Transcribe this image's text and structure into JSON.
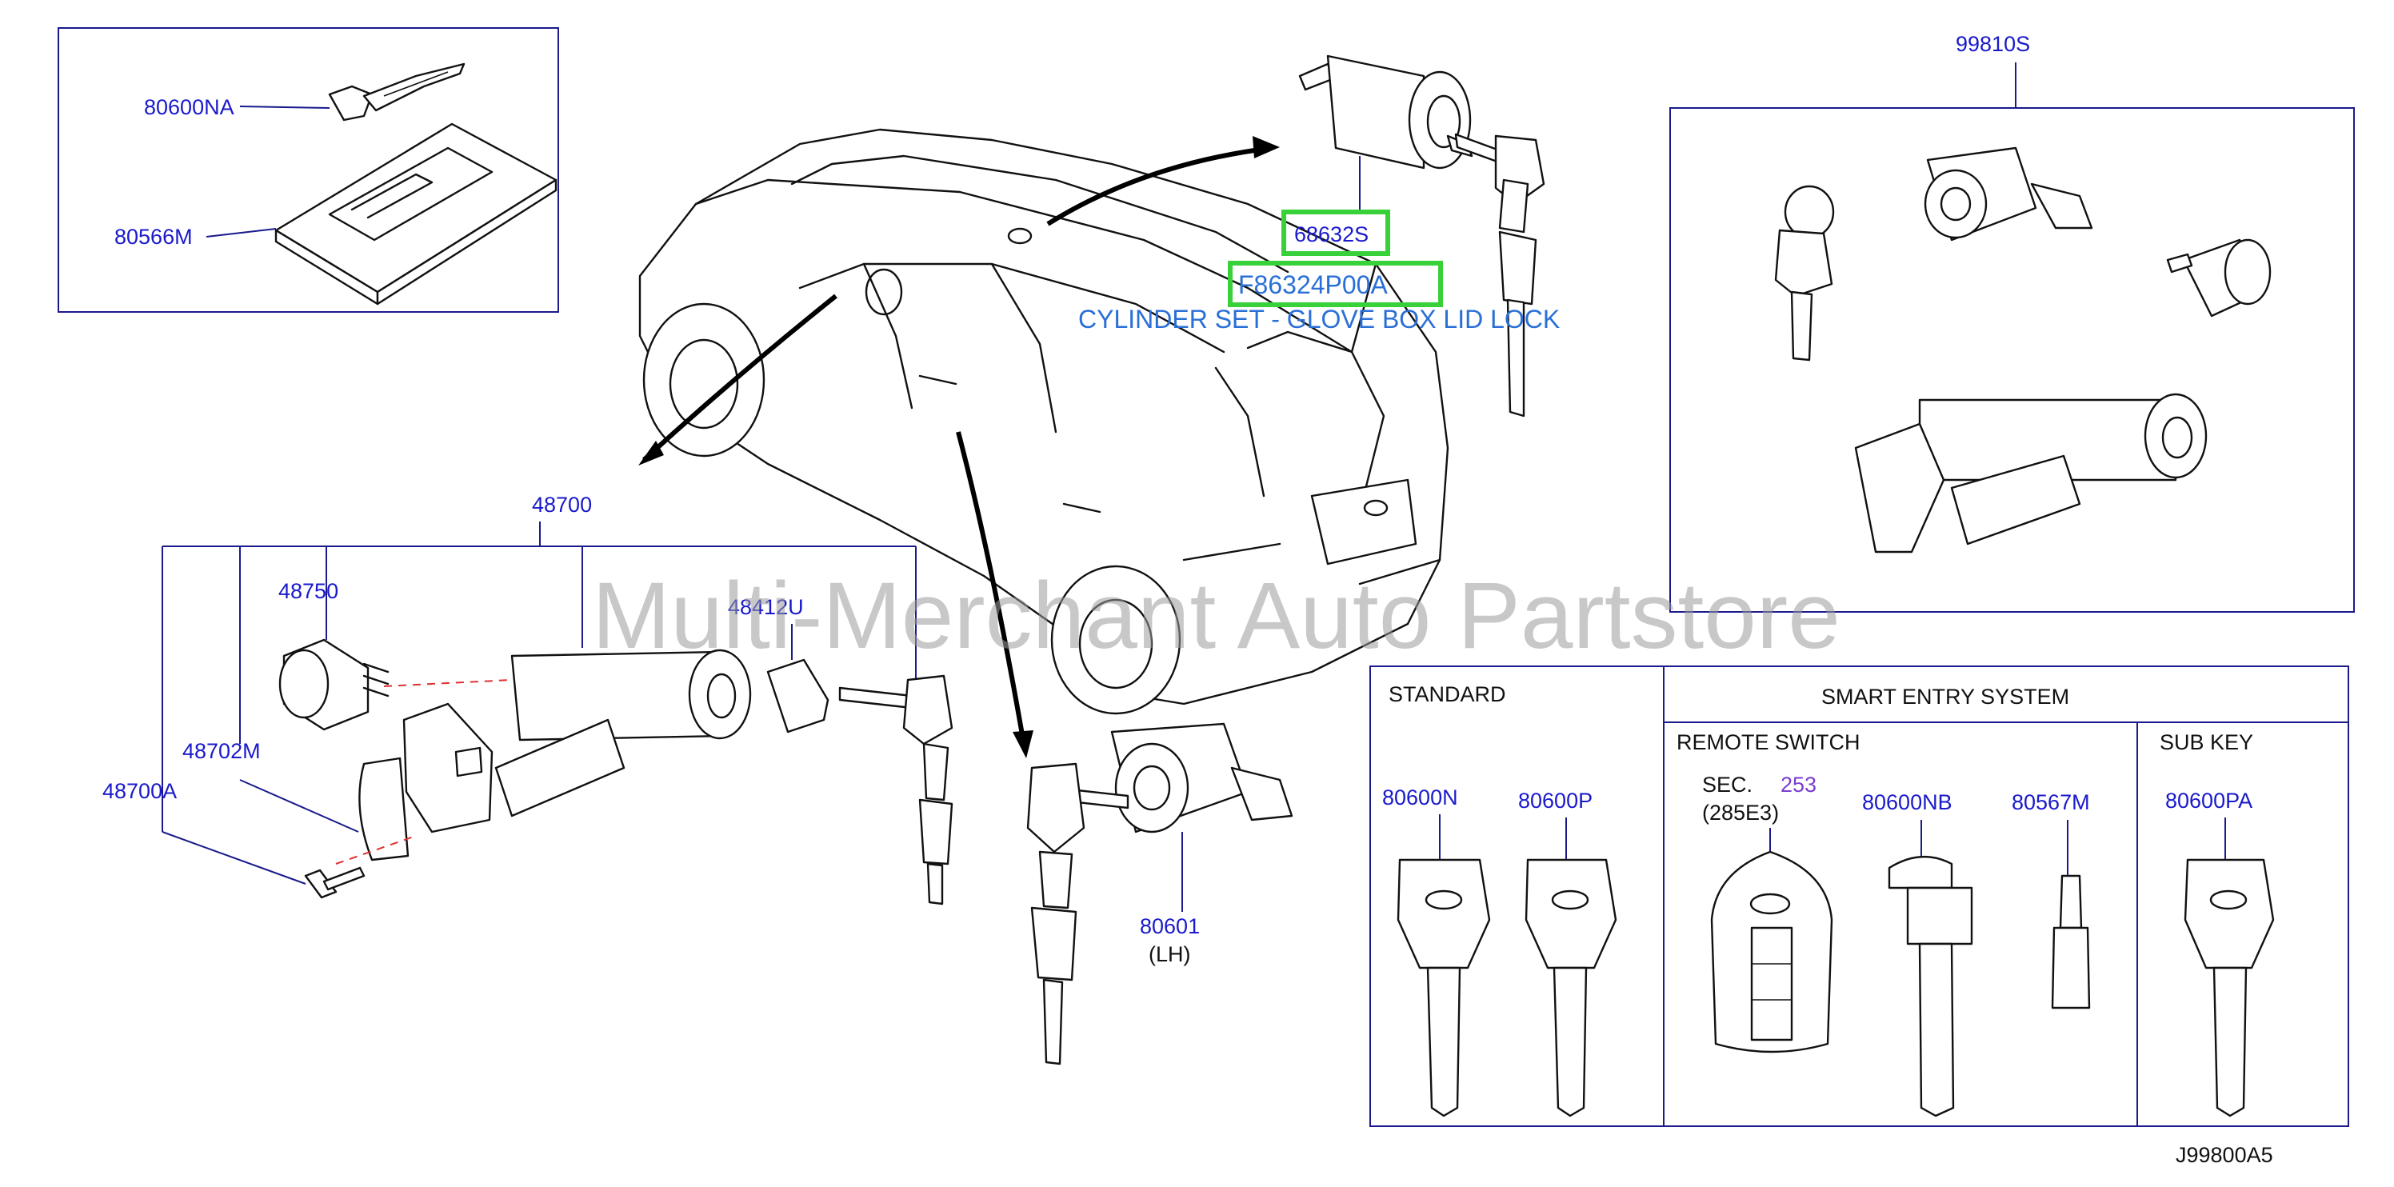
{
  "diagram": {
    "code": "J99800A5",
    "watermark": "Multi-Merchant Auto Partstore",
    "highlight_text": "CYLINDER SET - GLOVE BOX LID LOCK",
    "highlighted_parts": [
      "68632S",
      "F86324P00A"
    ]
  },
  "parts": {
    "p80600NA": "80600NA",
    "p80566M": "80566M",
    "p48700": "48700",
    "p48750": "48750",
    "p48412U": "48412U",
    "p48702M": "48702M",
    "p48700A": "48700A",
    "p68632S": "68632S",
    "pF86324P00A": "F86324P00A",
    "p99810S": "99810S",
    "p80601": "80601",
    "p80601_side": "(LH)",
    "p80600N": "80600N",
    "p80600P": "80600P",
    "p80600NB": "80600NB",
    "p80567M": "80567M",
    "p80600PA": "80600PA",
    "sec_label": "SEC.",
    "sec_num": "253",
    "sec_code": "(285E3)"
  },
  "legend_table": {
    "standard": "STANDARD",
    "smart_entry": "SMART   ENTRY   SYSTEM",
    "remote_switch": "REMOTE   SWITCH",
    "sub_key": "SUB   KEY"
  },
  "colors": {
    "part_number": "#1a1acc",
    "highlight_box": "#39d13a",
    "highlight_text": "#2a6fd6",
    "frame_lines": "#1a1a8c",
    "dashed_guide": "#e03030"
  }
}
